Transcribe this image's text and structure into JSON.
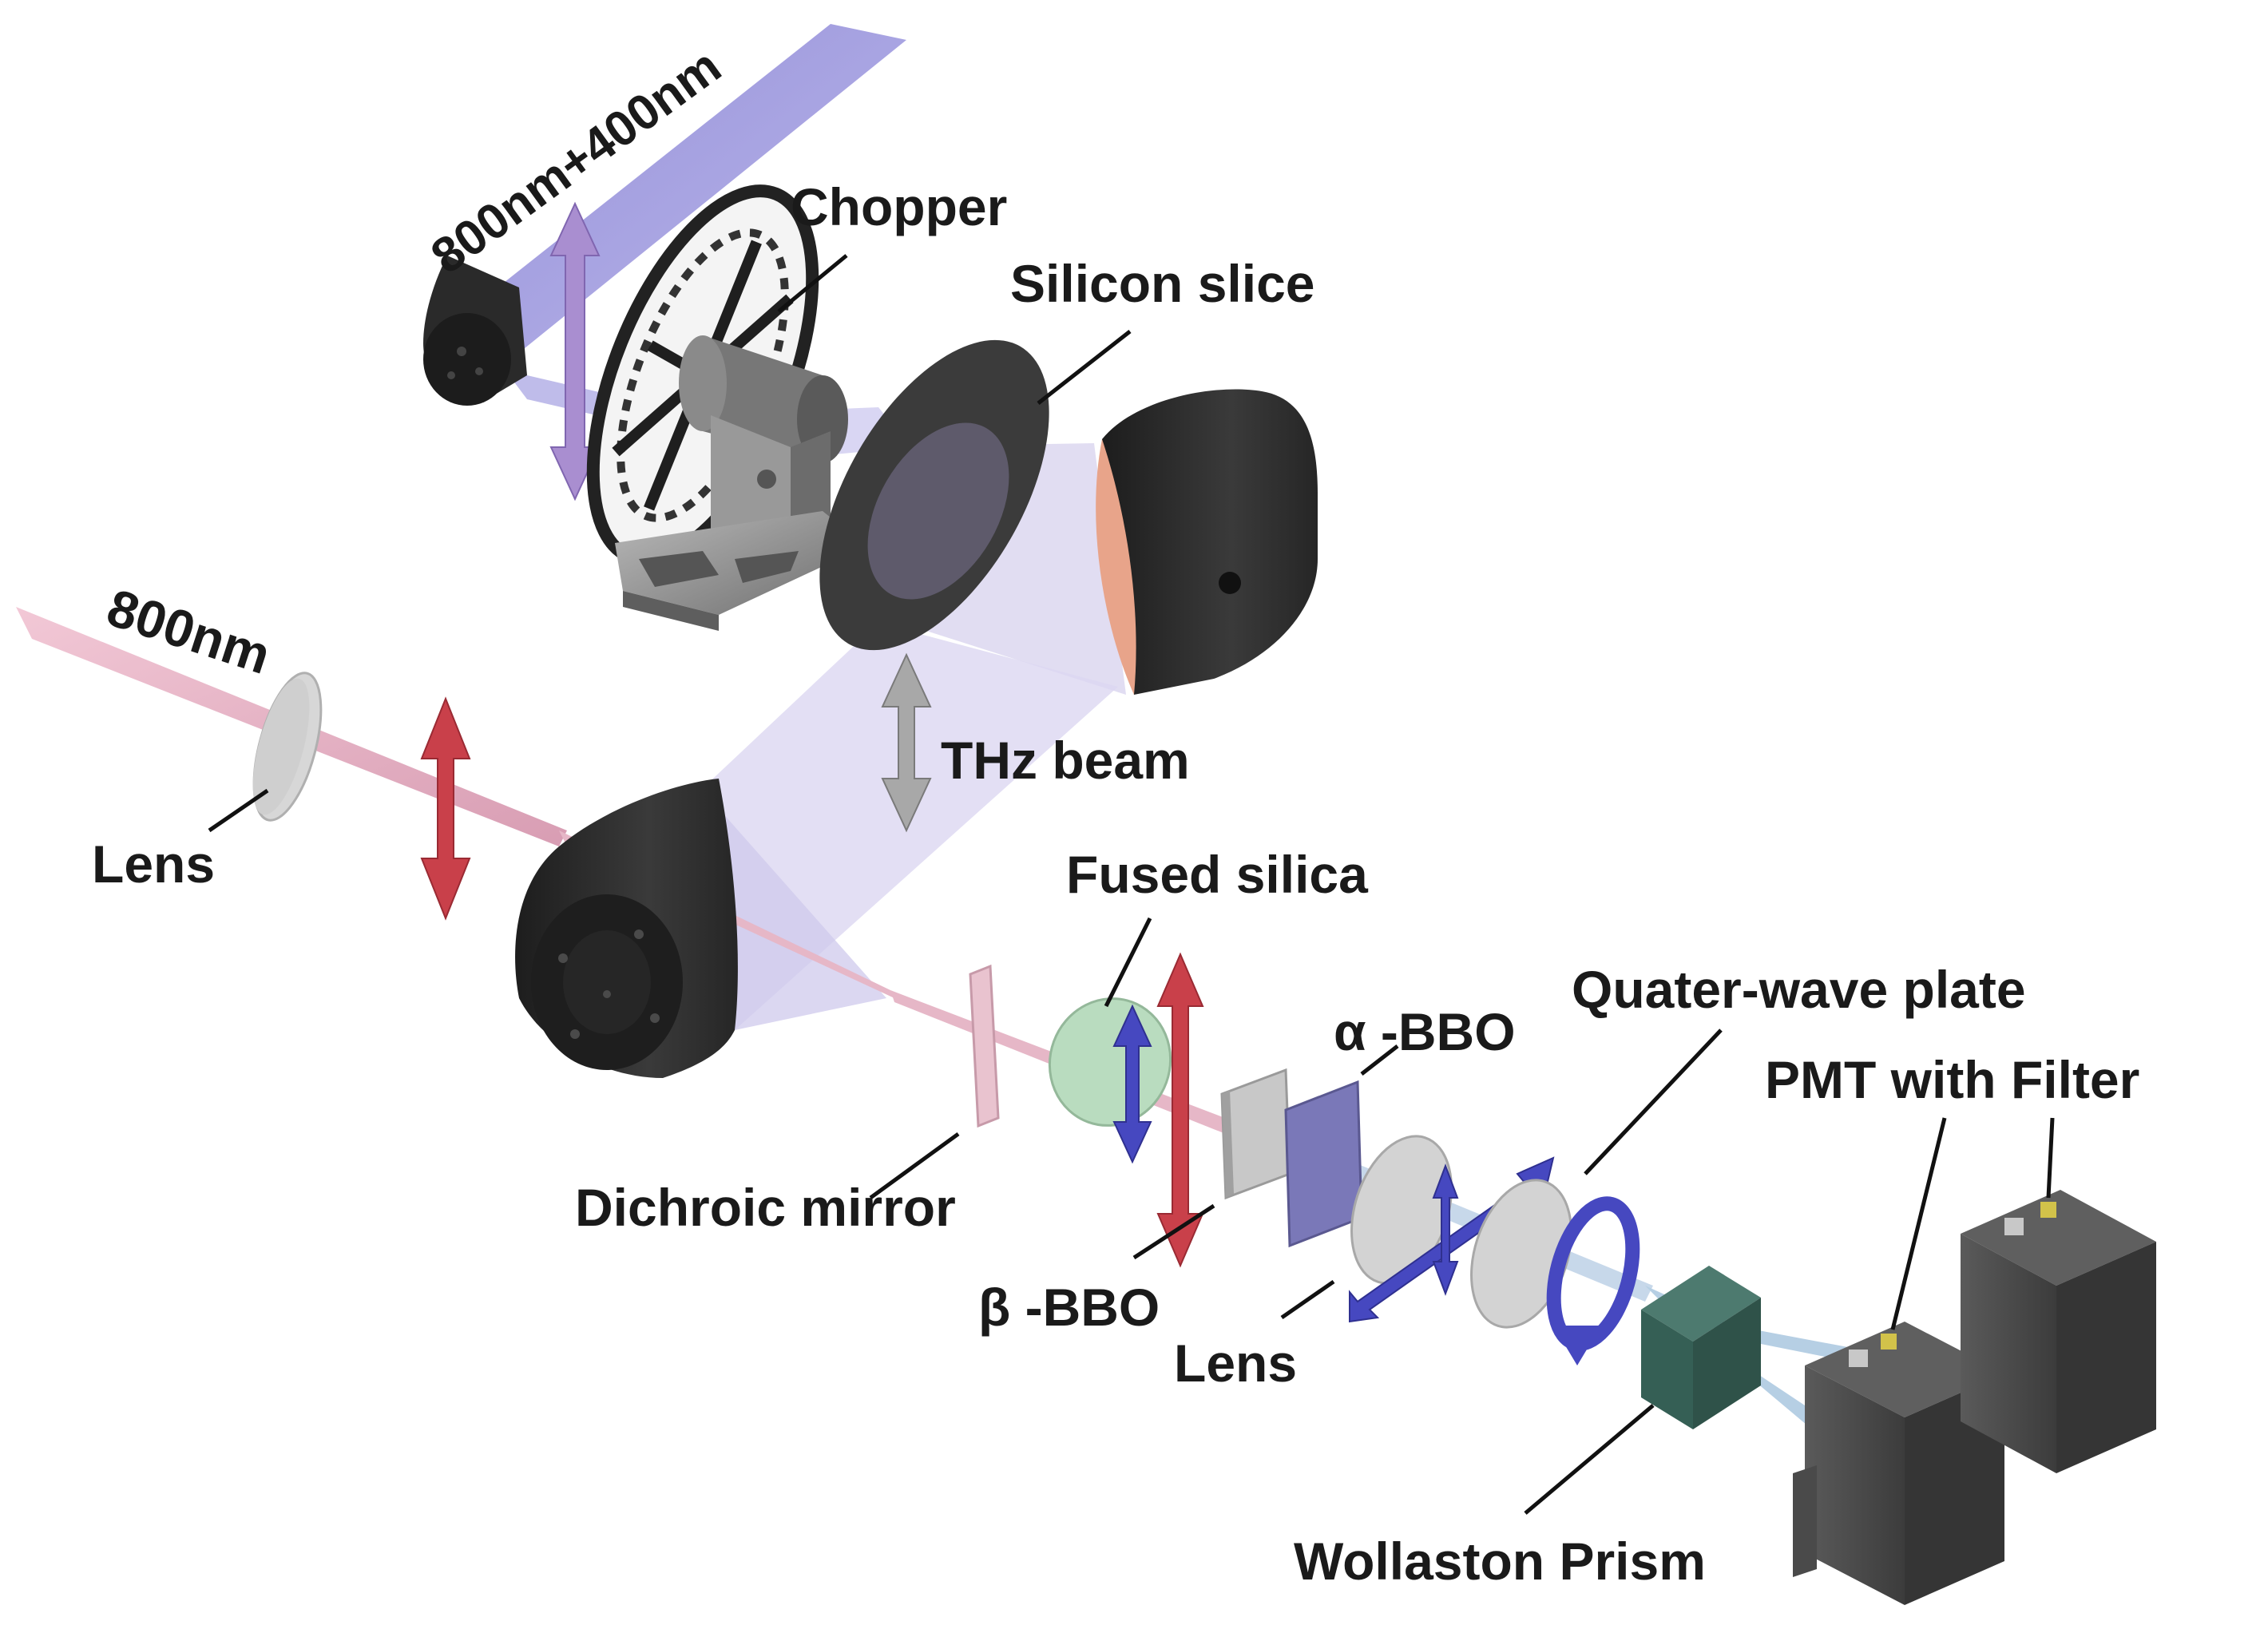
{
  "beams": {
    "pump": "800nm+400nm",
    "probe": "800nm",
    "thz": "THz beam"
  },
  "components": {
    "chopper": "Chopper",
    "silicon_slice": "Silicon slice",
    "lens_probe": "Lens",
    "fused_silica": "Fused silica",
    "dichroic_mirror": "Dichroic mirror",
    "alpha_bbo": "α -BBO",
    "beta_bbo": "β -BBO",
    "lens_detect": "Lens",
    "quarter_wave_plate": "Quater-wave plate",
    "pmt": "PMT with Filter",
    "wollaston": "Wollaston Prism"
  },
  "colors": {
    "pump_beam": "#9a96dc",
    "probe_beam": "#e8b4c6",
    "thz_beam": "#d9d4ef",
    "mirror": "#2b2b2b",
    "arrow_red": "#c9404a",
    "arrow_blue": "#4648c0",
    "arrow_violet": "#a98ed0",
    "arrow_gray": "#9a9a9a",
    "detector": "#4a4a4a"
  }
}
